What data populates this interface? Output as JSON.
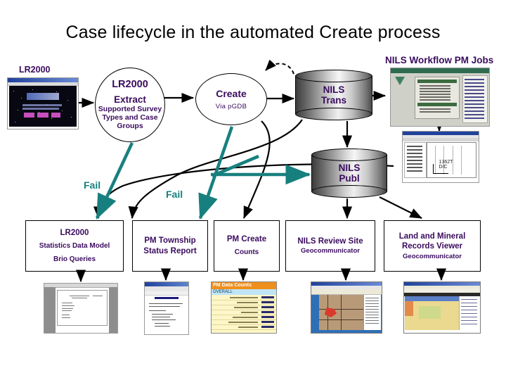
{
  "title": "Case lifecycle in the automated Create process",
  "labels": {
    "lr2000_top": "LR2000",
    "nils_workflow_jobs": "NILS Workflow PM Jobs",
    "fail_left": "Fail",
    "fail_mid": "Fail"
  },
  "nodes": {
    "extract": {
      "line1": "LR2000",
      "line2": "Extract",
      "line3": "Supported Survey Types and Case Groups"
    },
    "create": {
      "line1": "Create",
      "line2": "Via pGDB"
    },
    "nils_trans": {
      "line1": "NILS",
      "line2": "Trans"
    },
    "nils_publ": {
      "line1": "NILS",
      "line2": "Publ"
    }
  },
  "boxes": [
    {
      "name": "lr2000-statistics",
      "line1": "LR2000",
      "line2": "Statistics Data Model",
      "line3": "Brio Queries",
      "sub": ""
    },
    {
      "name": "pm-township-status-report",
      "line1": "PM Township",
      "line2": "Status Report",
      "line3": "",
      "sub": ""
    },
    {
      "name": "pm-create-counts",
      "line1": "PM Create",
      "line2": "Counts",
      "line3": "",
      "sub": ""
    },
    {
      "name": "nils-review-site",
      "line1": "NILS Review Site",
      "line2": "",
      "line3": "",
      "sub": "Geocommunicator"
    },
    {
      "name": "land-mineral-records-viewer",
      "line1": "Land and Mineral",
      "line2": "Records Viewer",
      "line3": "",
      "sub": "Geocommunicator"
    }
  ],
  "thumbnails": {
    "lr2000_site": "lr2000-website-thumbnail",
    "workflow_manager": "nils-workflow-manager-thumbnail",
    "cad_viewer": "nils-cad-viewer-thumbnail",
    "statistics_doc": "statistics-report-thumbnail",
    "township_report": "township-status-report-thumbnail",
    "pm_counts": "pm-data-counts-spreadsheet-thumbnail",
    "review_map": "nils-review-site-map-thumbnail",
    "records_map": "land-records-viewer-map-thumbnail"
  },
  "thumb_text": {
    "counts_header": "PM Data Counts",
    "counts_sub": "OVERALL",
    "cad_label_1": "1362T",
    "cad_label_2": "D/C"
  },
  "colors": {
    "text_purple": "#3a0b5e",
    "teal": "#17807f",
    "black": "#000000",
    "orange": "#ef8f1c",
    "white": "#ffffff"
  }
}
